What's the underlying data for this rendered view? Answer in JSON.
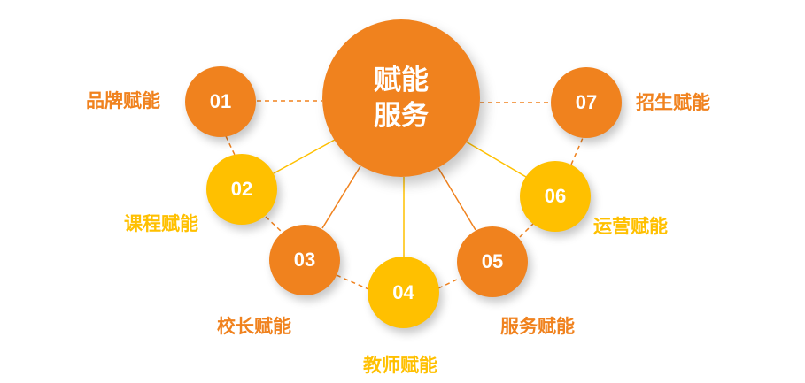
{
  "colors": {
    "orange": "#F0821E",
    "yellow": "#FFC000",
    "text_on_node": "#FFFFFF"
  },
  "center": {
    "line1": "赋能",
    "line2": "服务",
    "color": "#F0821E"
  },
  "nodes": [
    {
      "number": "01",
      "label": "品牌赋能",
      "color": "orange"
    },
    {
      "number": "02",
      "label": "课程赋能",
      "color": "yellow"
    },
    {
      "number": "03",
      "label": "校长赋能",
      "color": "orange"
    },
    {
      "number": "04",
      "label": "教师赋能",
      "color": "yellow"
    },
    {
      "number": "05",
      "label": "服务赋能",
      "color": "orange"
    },
    {
      "number": "06",
      "label": "运营赋能",
      "color": "yellow"
    },
    {
      "number": "07",
      "label": "招生赋能",
      "color": "orange"
    }
  ]
}
